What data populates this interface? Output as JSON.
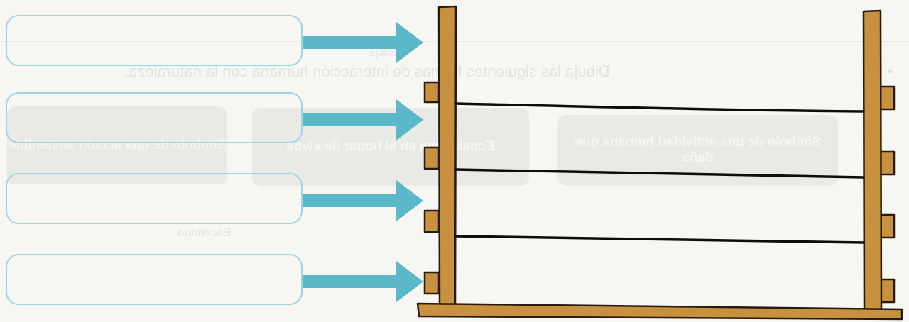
{
  "exercise": {
    "boxes": [
      {
        "label": "",
        "placeholder": ""
      },
      {
        "label": "",
        "placeholder": ""
      },
      {
        "label": "",
        "placeholder": ""
      },
      {
        "label": "",
        "placeholder": ""
      }
    ]
  },
  "show_through": {
    "instruction": "Dibuja las siguientes formas de interacción humana con la naturaleza.",
    "bullet": "•",
    "small_label": "Dibuja",
    "cards": [
      "Símbolo de una actividad humana que daña",
      "Ecosistema en el hogar de vivos",
      "Símbolo de una acción sostenible"
    ],
    "bottom_label": "Escenario"
  },
  "colors": {
    "wood": "#c8913f",
    "wood_outline": "#2a1a0e",
    "arrow": "#5ab8c8",
    "box_border": "#9fd3e6",
    "paper": "#f6f6f3"
  },
  "icons": [
    "arrow-right-icon",
    "shelf-drawing"
  ]
}
